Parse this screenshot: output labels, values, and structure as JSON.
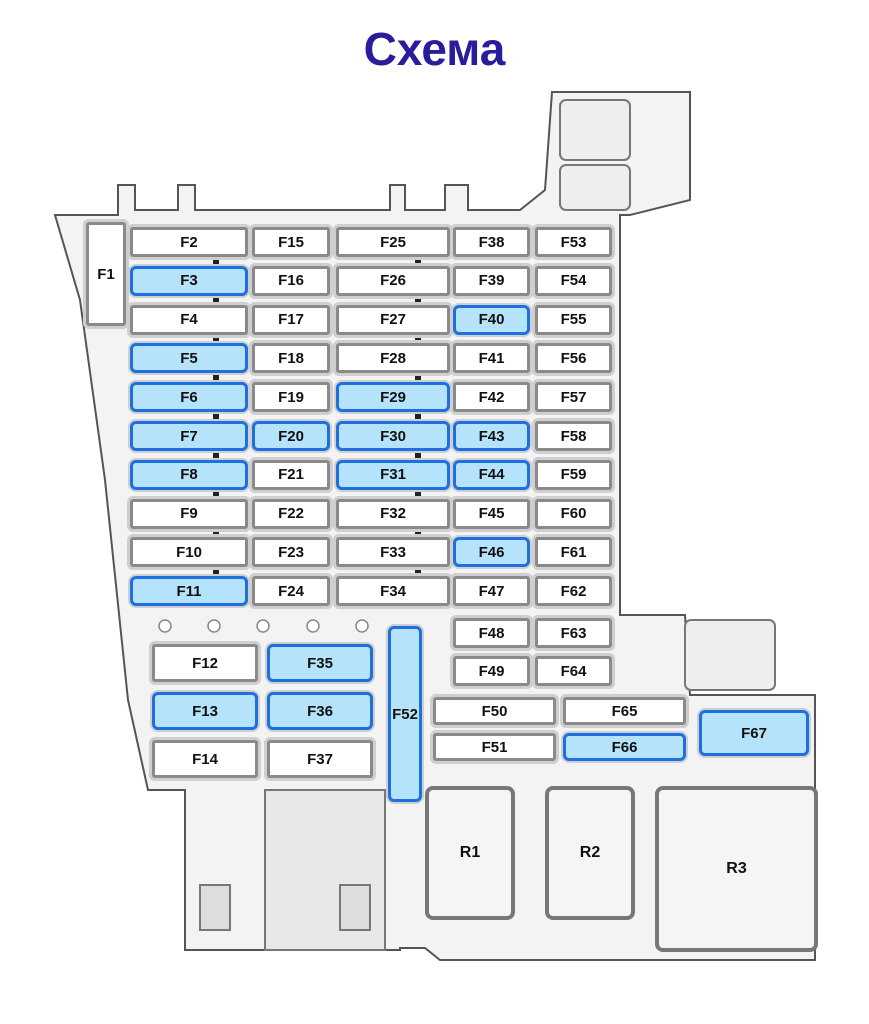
{
  "title": "Схема",
  "colors": {
    "title": "#2a1d9c",
    "highlight_fill": "#b5e3fb",
    "highlight_border": "#1e6fe0"
  },
  "fuses": [
    {
      "label": "F1",
      "highlighted": false
    },
    {
      "label": "F2",
      "highlighted": false
    },
    {
      "label": "F3",
      "highlighted": true
    },
    {
      "label": "F4",
      "highlighted": false
    },
    {
      "label": "F5",
      "highlighted": true
    },
    {
      "label": "F6",
      "highlighted": true
    },
    {
      "label": "F7",
      "highlighted": true
    },
    {
      "label": "F8",
      "highlighted": true
    },
    {
      "label": "F9",
      "highlighted": false
    },
    {
      "label": "F10",
      "highlighted": false
    },
    {
      "label": "F11",
      "highlighted": true
    },
    {
      "label": "F12",
      "highlighted": false
    },
    {
      "label": "F13",
      "highlighted": true
    },
    {
      "label": "F14",
      "highlighted": false
    },
    {
      "label": "F15",
      "highlighted": false
    },
    {
      "label": "F16",
      "highlighted": false
    },
    {
      "label": "F17",
      "highlighted": false
    },
    {
      "label": "F18",
      "highlighted": false
    },
    {
      "label": "F19",
      "highlighted": false
    },
    {
      "label": "F20",
      "highlighted": true
    },
    {
      "label": "F21",
      "highlighted": false
    },
    {
      "label": "F22",
      "highlighted": false
    },
    {
      "label": "F23",
      "highlighted": false
    },
    {
      "label": "F24",
      "highlighted": false
    },
    {
      "label": "F25",
      "highlighted": false
    },
    {
      "label": "F26",
      "highlighted": false
    },
    {
      "label": "F27",
      "highlighted": false
    },
    {
      "label": "F28",
      "highlighted": false
    },
    {
      "label": "F29",
      "highlighted": true
    },
    {
      "label": "F30",
      "highlighted": true
    },
    {
      "label": "F31",
      "highlighted": true
    },
    {
      "label": "F32",
      "highlighted": false
    },
    {
      "label": "F33",
      "highlighted": false
    },
    {
      "label": "F34",
      "highlighted": false
    },
    {
      "label": "F35",
      "highlighted": true
    },
    {
      "label": "F36",
      "highlighted": true
    },
    {
      "label": "F37",
      "highlighted": false
    },
    {
      "label": "F38",
      "highlighted": false
    },
    {
      "label": "F39",
      "highlighted": false
    },
    {
      "label": "F40",
      "highlighted": true
    },
    {
      "label": "F41",
      "highlighted": false
    },
    {
      "label": "F42",
      "highlighted": false
    },
    {
      "label": "F43",
      "highlighted": true
    },
    {
      "label": "F44",
      "highlighted": true
    },
    {
      "label": "F45",
      "highlighted": false
    },
    {
      "label": "F46",
      "highlighted": true
    },
    {
      "label": "F47",
      "highlighted": false
    },
    {
      "label": "F48",
      "highlighted": false
    },
    {
      "label": "F49",
      "highlighted": false
    },
    {
      "label": "F50",
      "highlighted": false
    },
    {
      "label": "F51",
      "highlighted": false
    },
    {
      "label": "F52",
      "highlighted": true
    },
    {
      "label": "F53",
      "highlighted": false
    },
    {
      "label": "F54",
      "highlighted": false
    },
    {
      "label": "F55",
      "highlighted": false
    },
    {
      "label": "F56",
      "highlighted": false
    },
    {
      "label": "F57",
      "highlighted": false
    },
    {
      "label": "F58",
      "highlighted": false
    },
    {
      "label": "F59",
      "highlighted": false
    },
    {
      "label": "F60",
      "highlighted": false
    },
    {
      "label": "F61",
      "highlighted": false
    },
    {
      "label": "F62",
      "highlighted": false
    },
    {
      "label": "F63",
      "highlighted": false
    },
    {
      "label": "F64",
      "highlighted": false
    },
    {
      "label": "F65",
      "highlighted": false
    },
    {
      "label": "F66",
      "highlighted": true
    },
    {
      "label": "F67",
      "highlighted": true
    }
  ],
  "relays": [
    {
      "label": "R1"
    },
    {
      "label": "R2"
    },
    {
      "label": "R3"
    }
  ]
}
